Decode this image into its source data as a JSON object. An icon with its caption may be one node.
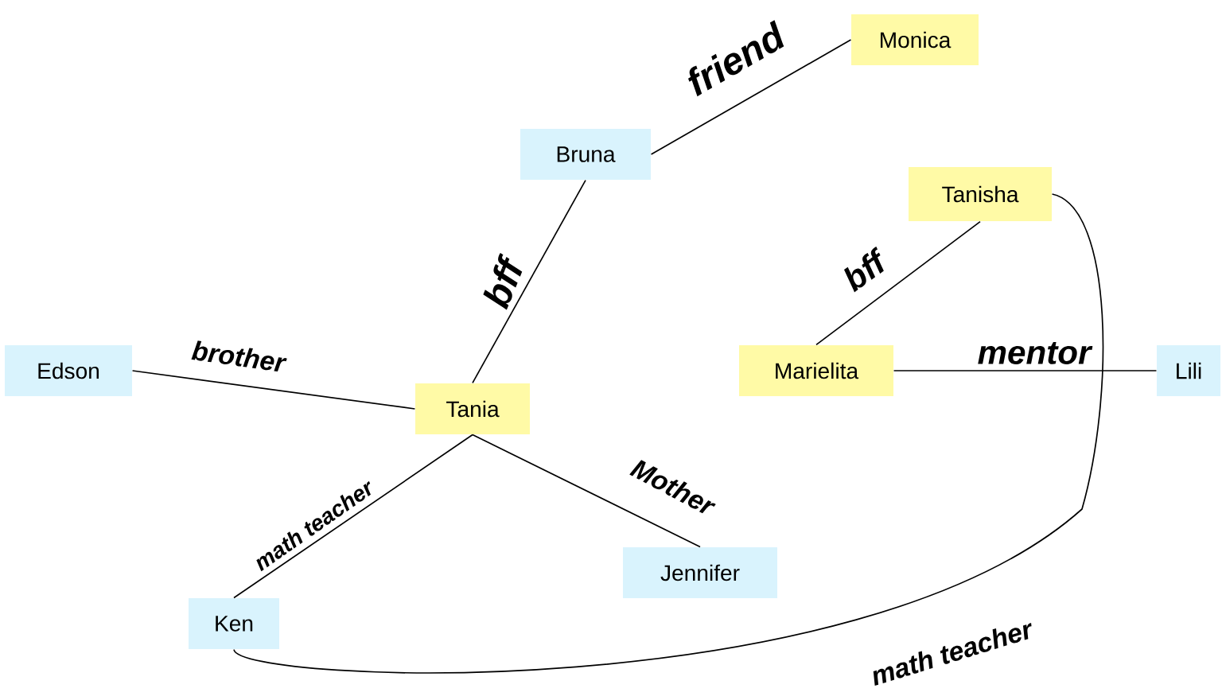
{
  "diagram": {
    "nodes": [
      {
        "text": [
          "Monica"
        ]
      },
      {
        "text": [
          "Bruna"
        ]
      },
      {
        "text": [
          "Tanisha"
        ]
      },
      {
        "text": [
          "Edson"
        ]
      },
      {
        "text": [
          "Marielita"
        ]
      },
      {
        "text": [
          "Lili"
        ]
      },
      {
        "text": [
          "Tania"
        ]
      },
      {
        "text": [
          "Jennifer"
        ]
      },
      {
        "text": [
          "Ken"
        ]
      }
    ],
    "edges": [
      {
        "from": 1,
        "to": 0,
        "arrow": "none",
        "label": "friend"
      },
      {
        "from": 1,
        "to": 6,
        "arrow": "none",
        "label": "bff"
      },
      {
        "from": 2,
        "to": 4,
        "arrow": "none",
        "label": "bff"
      },
      {
        "from": 3,
        "to": 6,
        "arrow": "none",
        "label": "brother"
      },
      {
        "from": 4,
        "to": 5,
        "arrow": "none",
        "label": "mentor"
      },
      {
        "from": 6,
        "to": 8,
        "arrow": "none",
        "label": "math teacher"
      },
      {
        "from": 6,
        "to": 7,
        "arrow": "none",
        "label": "Mother"
      },
      {
        "from": 8,
        "to": 2,
        "arrow": "none",
        "label": "math teacher"
      }
    ]
  }
}
